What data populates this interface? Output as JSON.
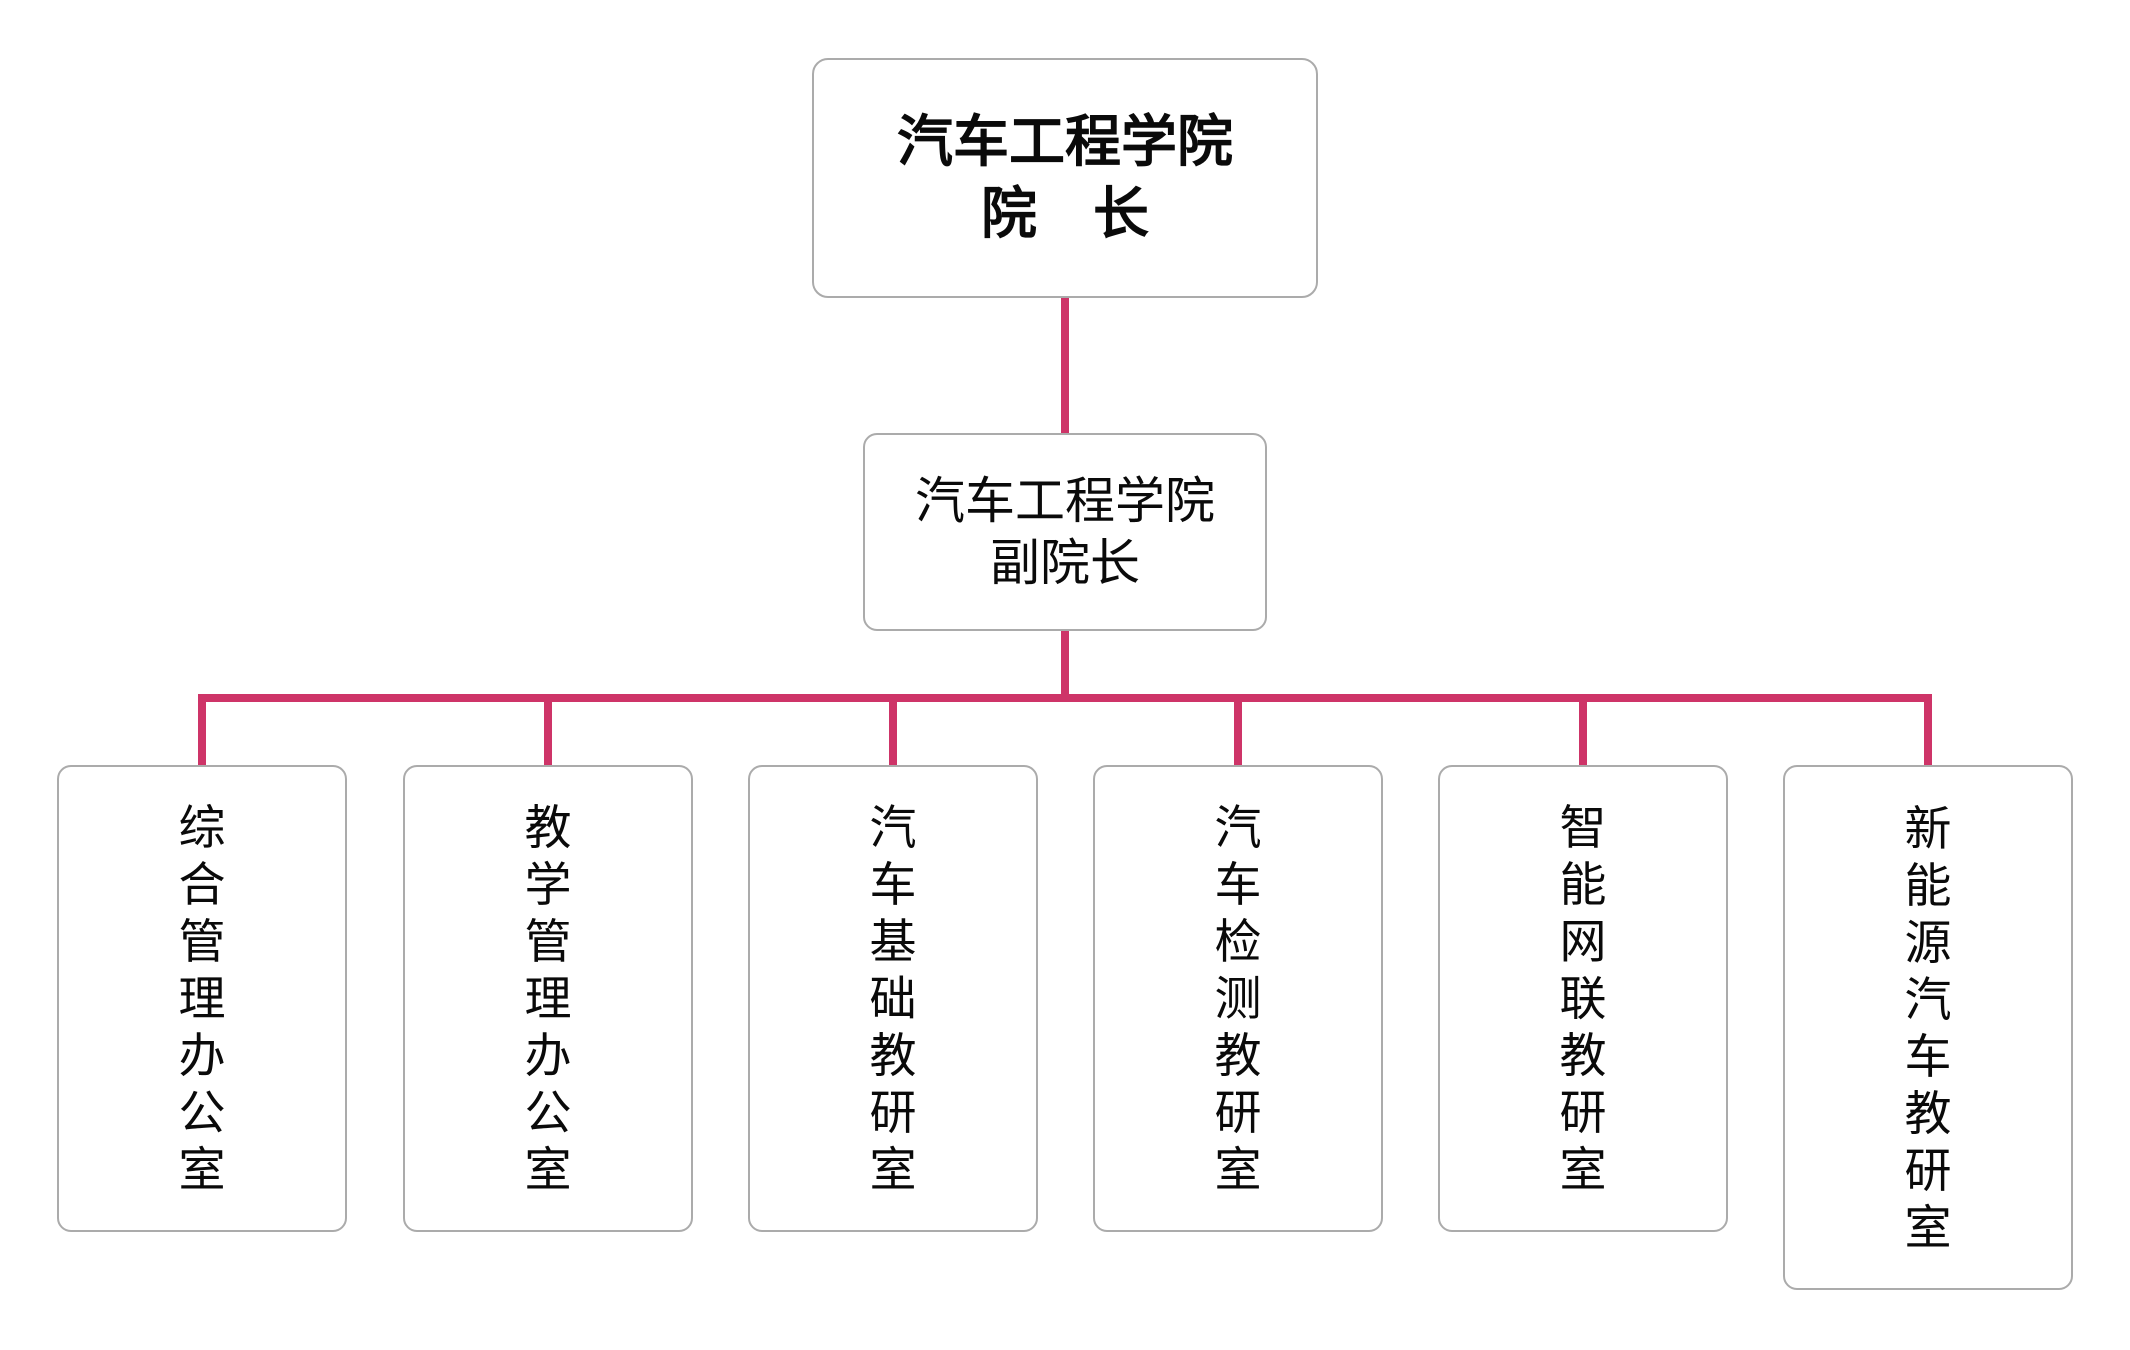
{
  "diagram": {
    "type": "org-chart",
    "colors": {
      "connector": "#CE3468",
      "box_border": "#ABABAB",
      "text": "#0A0A0A",
      "background": "#FFFFFF"
    },
    "root": {
      "line1": "汽车工程学院",
      "line2": "院　长"
    },
    "deputy": {
      "line1": "汽车工程学院",
      "line2": "副院长"
    },
    "departments": [
      {
        "name": "综合管理办公室"
      },
      {
        "name": "教学管理办公室"
      },
      {
        "name": "汽车基础教研室"
      },
      {
        "name": "汽车检测教研室"
      },
      {
        "name": "智能网联教研室"
      },
      {
        "name": "新能源汽车教研室"
      }
    ]
  }
}
